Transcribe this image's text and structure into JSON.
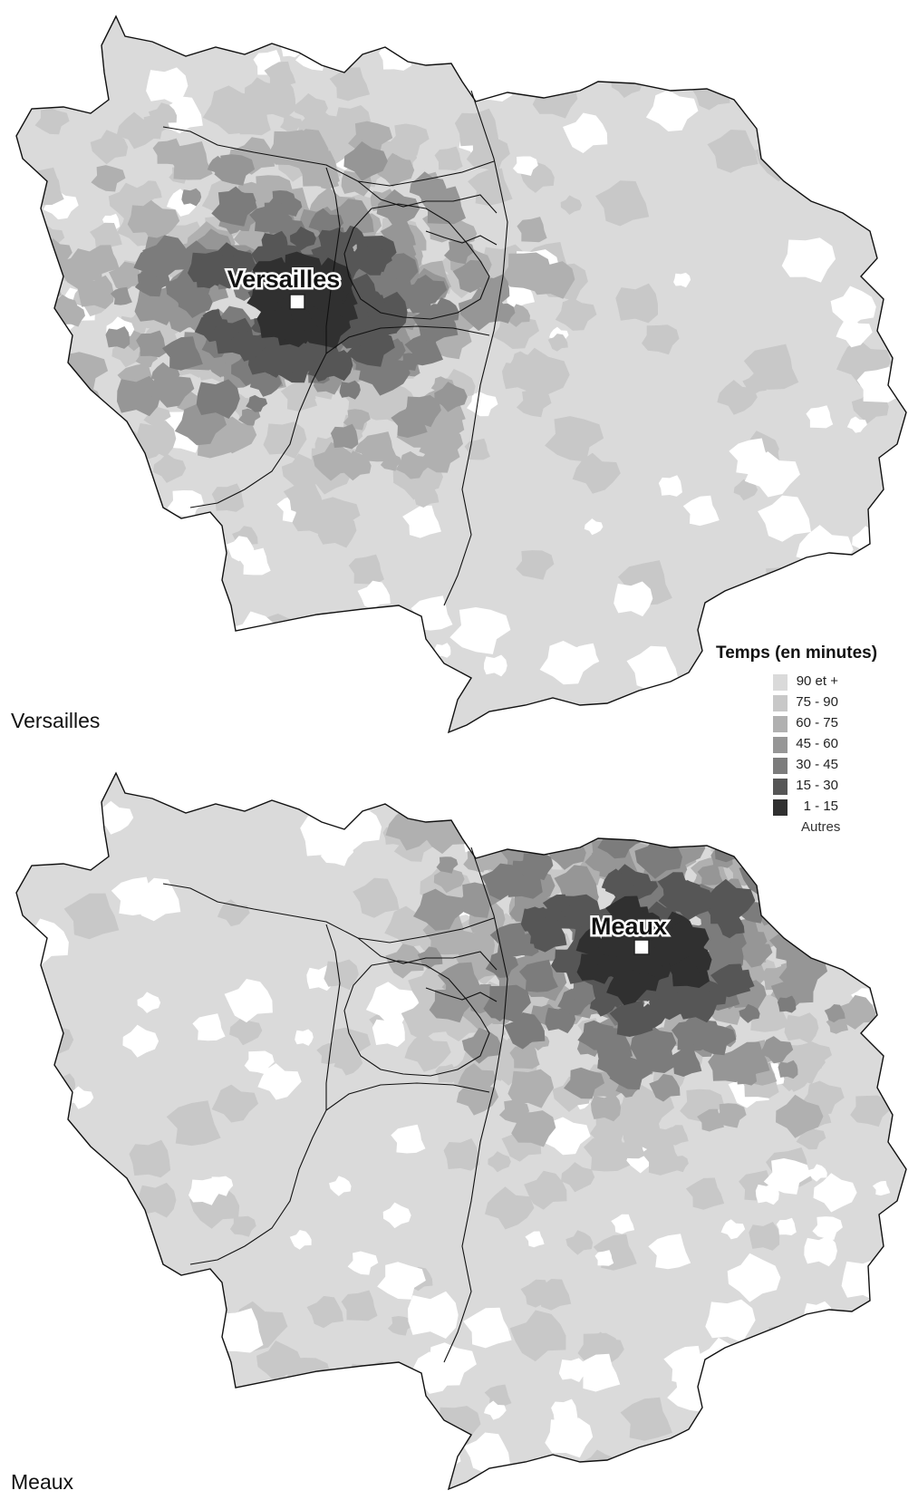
{
  "maps": [
    {
      "id": "versailles",
      "caption": "Versailles",
      "city_label": "Versailles"
    },
    {
      "id": "meaux",
      "caption": "Meaux",
      "city_label": "Meaux"
    }
  ],
  "legend": {
    "title": "Temps (en minutes)",
    "classes": [
      {
        "label": "90 et +",
        "color": "#dadada"
      },
      {
        "label": "75 - 90",
        "color": "#c8c8c8"
      },
      {
        "label": "60 - 75",
        "color": "#b0b0b0"
      },
      {
        "label": "45 - 60",
        "color": "#969696"
      },
      {
        "label": "30 - 45",
        "color": "#7c7c7c"
      },
      {
        "label": "15 - 30",
        "color": "#565656"
      },
      {
        "label": "1 - 15",
        "color": "#303030"
      }
    ],
    "other_label": "Autres",
    "other_color": "#ffffff"
  },
  "colors": {
    "boundary": "#111111",
    "marker_fill": "#ffffff",
    "marker_stroke": "#222222"
  }
}
